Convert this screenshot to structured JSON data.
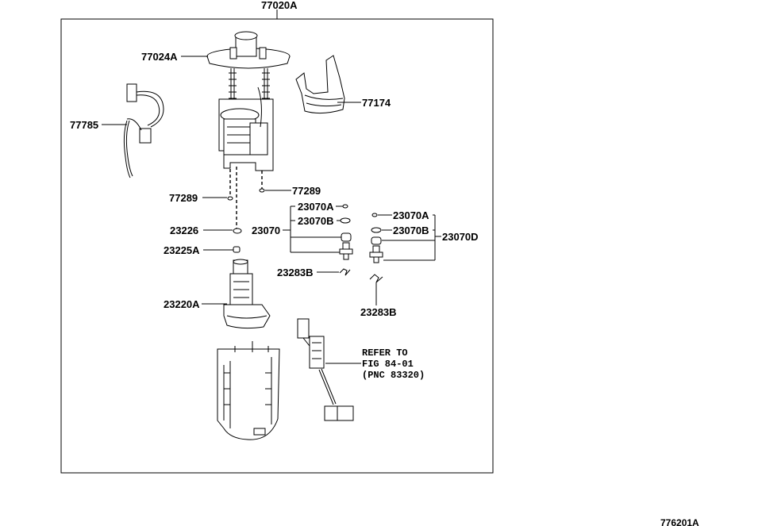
{
  "assembly": {
    "label": "77020A"
  },
  "parts": {
    "p77024a": "77024A",
    "p77174": "77174",
    "p77785": "77785",
    "p77289_left": "77289",
    "p77289_right": "77289",
    "p23226": "23226",
    "p23225a": "23225A",
    "p23220a": "23220A",
    "p23070": "23070",
    "p23070a_left": "23070A",
    "p23070b_left": "23070B",
    "p23070a_right": "23070A",
    "p23070b_right": "23070B",
    "p23070d": "23070D",
    "p23283b_left": "23283B",
    "p23283b_right": "23283B"
  },
  "reference_note": {
    "line1": "REFER TO",
    "line2": "FIG 84-01",
    "line3": "(PNC 83320)"
  },
  "figure_id": "776201A"
}
